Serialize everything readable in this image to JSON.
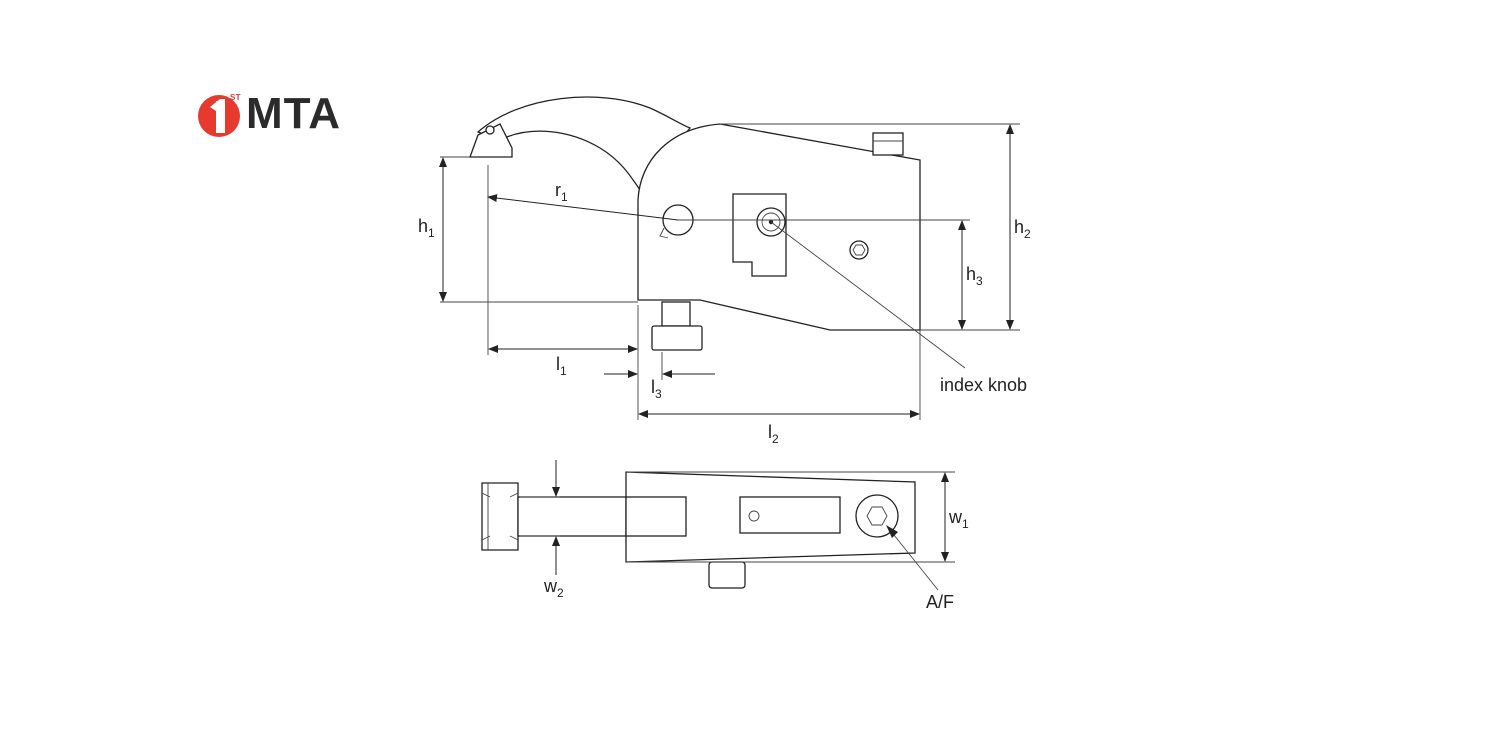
{
  "logo": {
    "superscript": "ST",
    "wordmark": "MTA",
    "brand_color": "#e63a2e",
    "text_color": "#2b2b2b"
  },
  "labels": {
    "r1": {
      "main": "r",
      "sub": "1"
    },
    "h1": {
      "main": "h",
      "sub": "1"
    },
    "h2": {
      "main": "h",
      "sub": "2"
    },
    "h3": {
      "main": "h",
      "sub": "3"
    },
    "l1": {
      "main": "l",
      "sub": "1"
    },
    "l2": {
      "main": "l",
      "sub": "2"
    },
    "l3": {
      "main": "l",
      "sub": "3"
    },
    "w1": {
      "main": "w",
      "sub": "1"
    },
    "w2": {
      "main": "w",
      "sub": "2"
    },
    "index_knob": "index knob",
    "af": "A/F"
  }
}
